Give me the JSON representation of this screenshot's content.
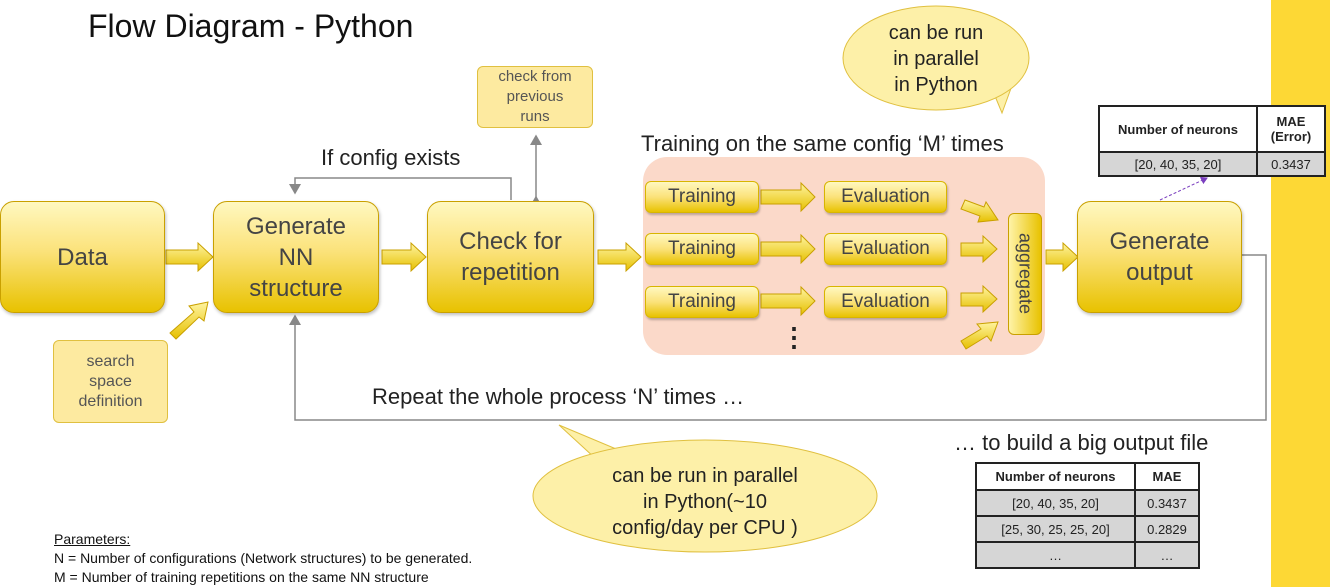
{
  "title": "Flow Diagram - Python",
  "nodes": {
    "data": "Data",
    "generate": [
      "Generate",
      "NN",
      "structure"
    ],
    "check": [
      "Check for",
      "repetition"
    ],
    "output": [
      "Generate",
      "output"
    ]
  },
  "notes": {
    "search_space": [
      "search",
      "space",
      "definition"
    ],
    "check_prev": [
      "check from",
      "previous",
      "runs"
    ]
  },
  "labels": {
    "if_config": "If config exists",
    "training_header": "Training on the same config ‘M’ times",
    "repeat": "Repeat the whole process ‘N’ times …",
    "build": "… to build a big output file"
  },
  "training": {
    "rows": [
      {
        "train": "Training",
        "eval": "Evaluation"
      },
      {
        "train": "Training",
        "eval": "Evaluation"
      },
      {
        "train": "Training",
        "eval": "Evaluation"
      }
    ],
    "ellipsis": "⋮",
    "aggregate": "aggregate"
  },
  "callouts": {
    "top": [
      "can be run",
      "in parallel",
      "in Python"
    ],
    "bottom": [
      "can be run in parallel",
      "in Python(~10",
      "config/day per CPU )"
    ]
  },
  "table_top": {
    "headers": [
      "Number of neurons",
      "MAE (Error)"
    ],
    "rows": [
      [
        "[20, 40, 35, 20]",
        "0.3437"
      ]
    ]
  },
  "table_bottom": {
    "headers": [
      "Number of neurons",
      "MAE"
    ],
    "rows": [
      [
        "[20, 40, 35, 20]",
        "0.3437"
      ],
      [
        "[25, 30, 25, 25, 20]",
        "0.2829"
      ],
      [
        "…",
        "…"
      ]
    ]
  },
  "parameters": {
    "heading": "Parameters:",
    "n_line": "N = Number of configurations (Network structures) to be generated.",
    "m_line": "M = Number of training repetitions on the same NN structure"
  },
  "colors": {
    "sidebar": "#FDD835",
    "panel": "#fbd9c9",
    "callout": "#fdf0a8"
  }
}
